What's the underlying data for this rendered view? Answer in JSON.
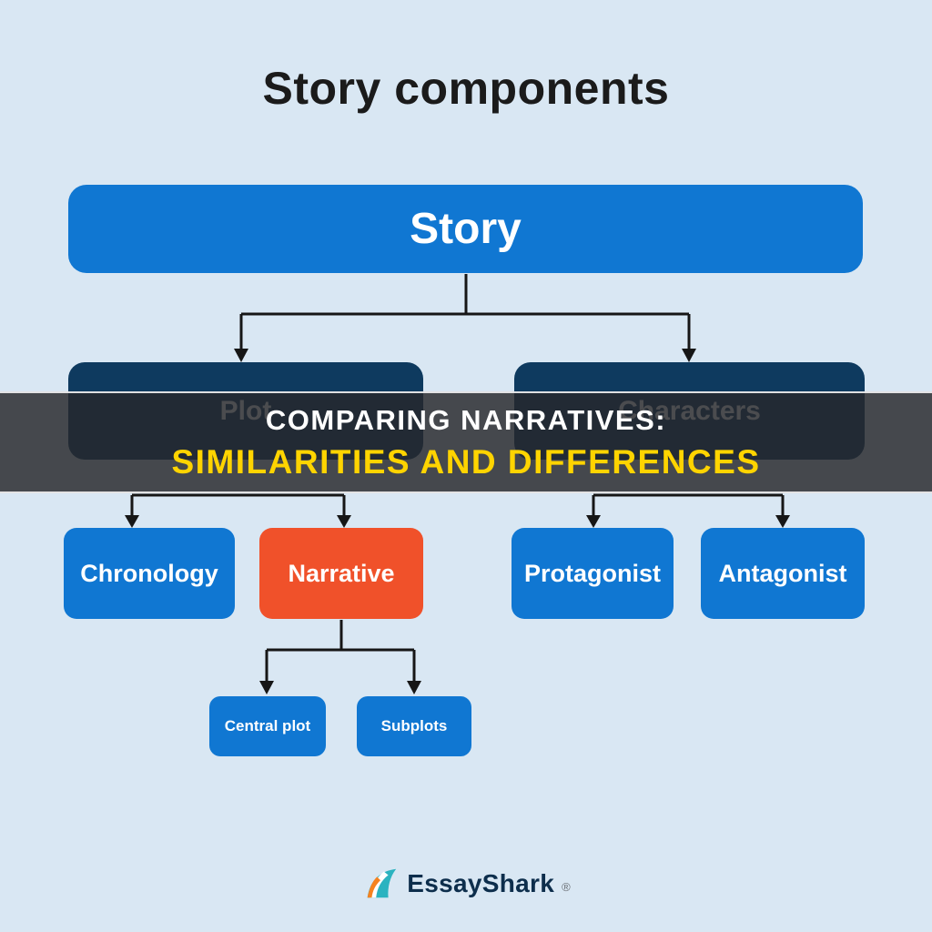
{
  "title": "Story components",
  "banner": {
    "line1": "COMPARING NARRATIVES:",
    "line2": "SIMILARITIES AND DIFFERENCES"
  },
  "tree": {
    "root": {
      "id": "story",
      "label": "Story"
    },
    "level2": [
      {
        "id": "plot",
        "label": "Plot",
        "parent": "story"
      },
      {
        "id": "characters",
        "label": "Characters",
        "parent": "story"
      }
    ],
    "level3": [
      {
        "id": "chronology",
        "label": "Chronology",
        "parent": "plot"
      },
      {
        "id": "narrative",
        "label": "Narrative",
        "parent": "plot"
      },
      {
        "id": "protagonist",
        "label": "Protagonist",
        "parent": "characters"
      },
      {
        "id": "antagonist",
        "label": "Antagonist",
        "parent": "characters"
      }
    ],
    "level4": [
      {
        "id": "central-plot",
        "label": "Central plot",
        "parent": "narrative"
      },
      {
        "id": "subplots",
        "label": "Subplots",
        "parent": "narrative"
      }
    ]
  },
  "footer": {
    "brand": "EssayShark",
    "registered_mark": "®"
  },
  "colors": {
    "background": "#d9e7f3",
    "node_blue": "#1077d2",
    "node_navy": "#0e3a5f",
    "node_orange": "#f0512a",
    "banner_bg": "rgba(38,40,43,0.83)",
    "banner_text": "#ffffff",
    "banner_highlight": "#ffd400",
    "line": "#161616",
    "brand_text": "#0d2e4c",
    "logo_teal": "#2bb3c0",
    "logo_orange": "#f5821f"
  }
}
